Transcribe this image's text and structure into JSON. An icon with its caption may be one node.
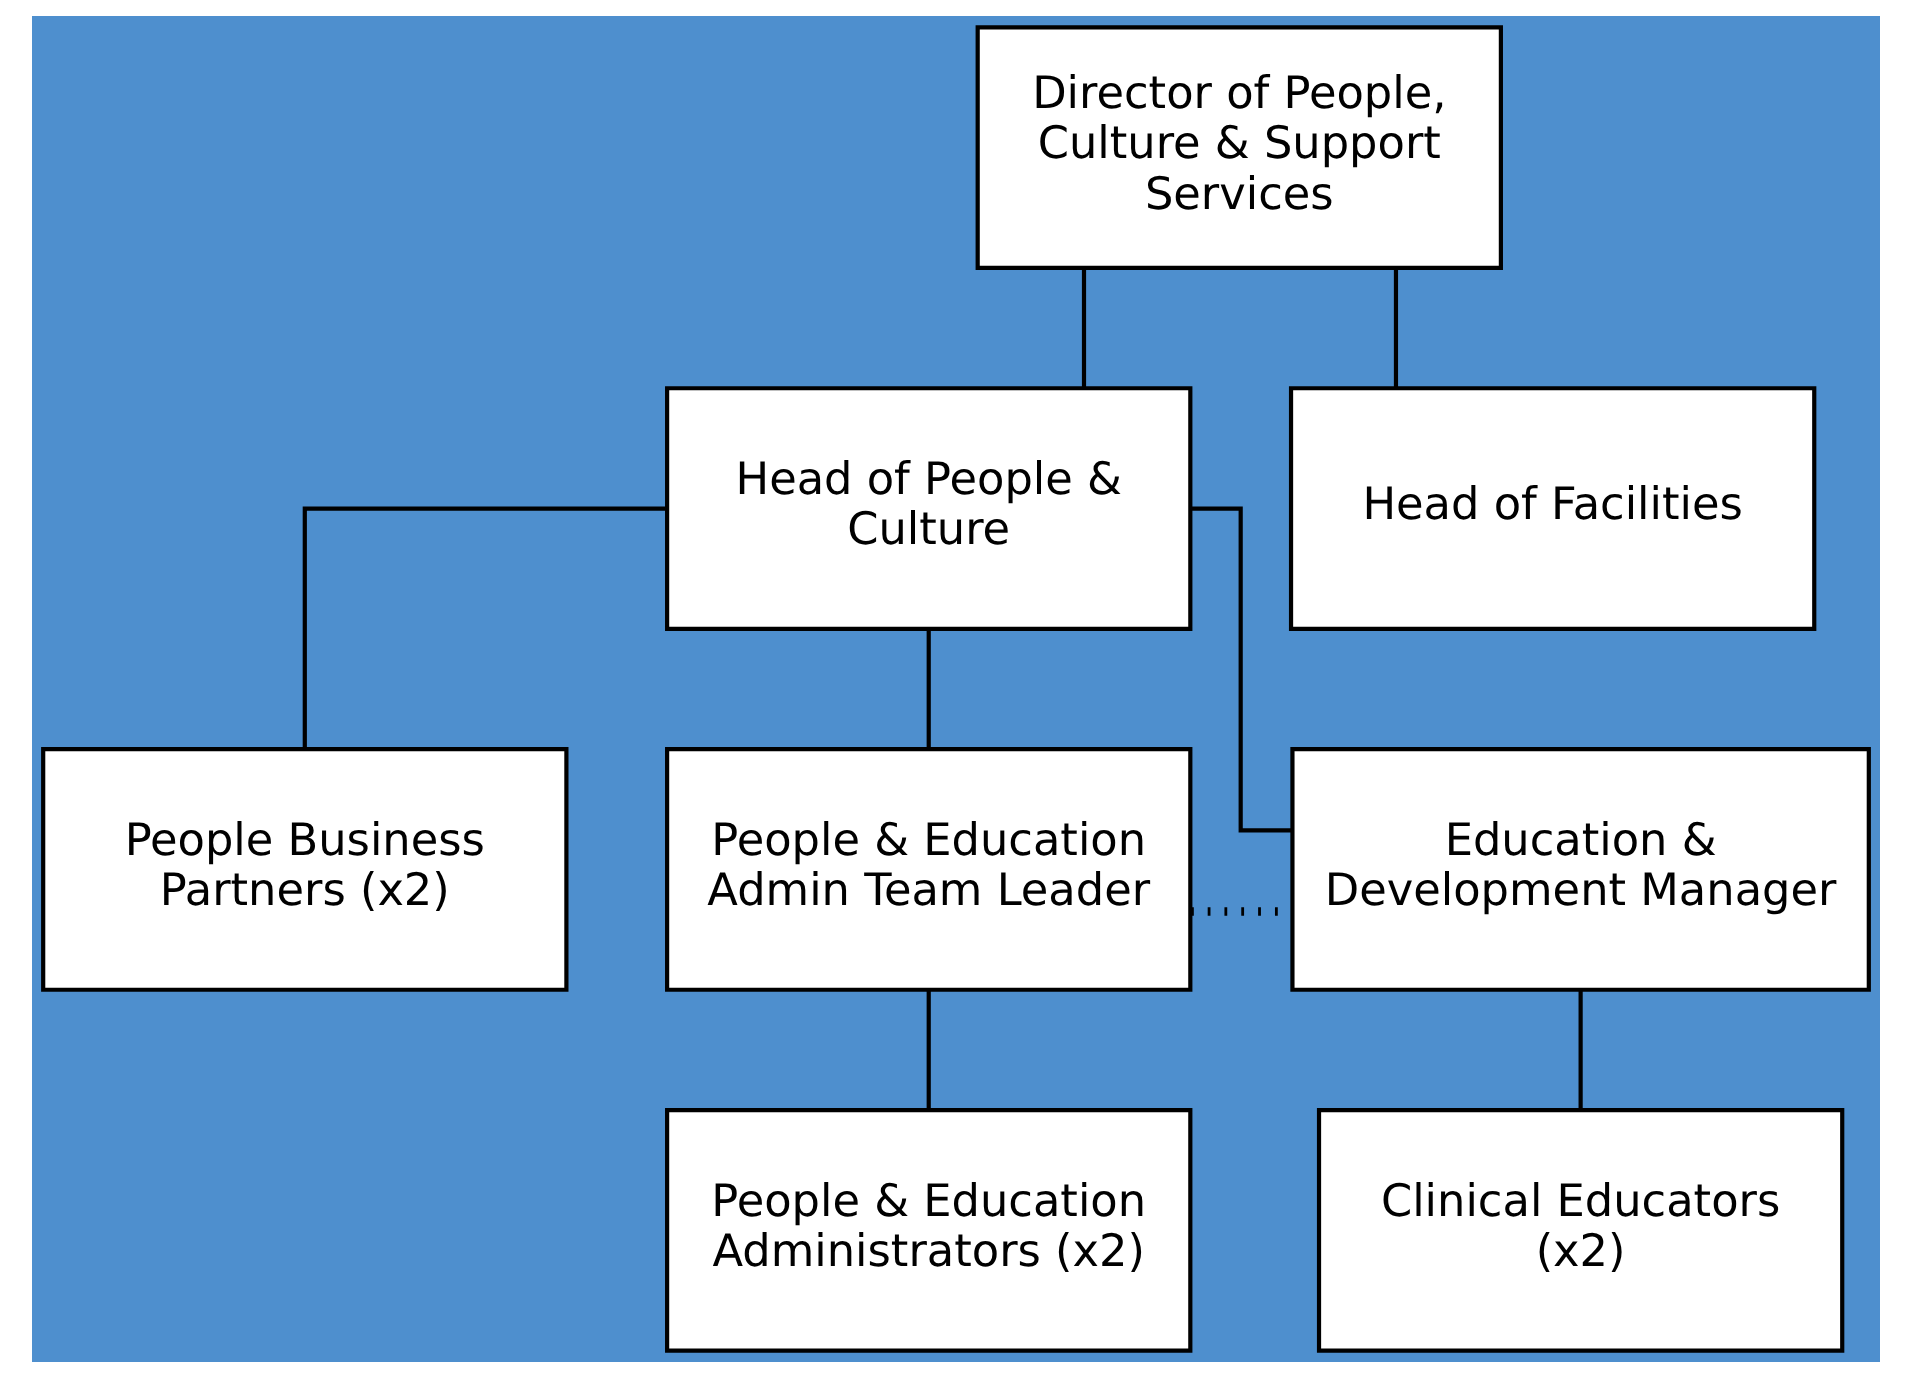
{
  "diagram": {
    "nodes": [
      {
        "text": [
          "Director of People, Culture & Support Services"
        ]
      },
      {
        "text": [
          "Head of People & Culture"
        ]
      },
      {
        "text": [
          "Head of Facilities"
        ]
      },
      {
        "text": [
          "People Business Partners (x2)"
        ]
      },
      {
        "text": [
          "People & Education Admin Team Leader"
        ]
      },
      {
        "text": [
          "Education & Development Manager"
        ]
      },
      {
        "text": [
          "People & Education Administrators (x2)"
        ]
      },
      {
        "text": [
          "Clinical Educators (x2)"
        ]
      }
    ],
    "edges": [
      {
        "from": 0,
        "to": 1,
        "arrow": "none"
      },
      {
        "from": 0,
        "to": 2,
        "arrow": "none"
      },
      {
        "from": 1,
        "to": 3,
        "arrow": "none"
      },
      {
        "from": 1,
        "to": 4,
        "arrow": "none"
      },
      {
        "from": 1,
        "to": 5,
        "arrow": "none"
      },
      {
        "from": 4,
        "to": 5,
        "arrow": "none",
        "style": "dashed"
      },
      {
        "from": 4,
        "to": 6,
        "arrow": "none"
      },
      {
        "from": 5,
        "to": 7,
        "arrow": "none"
      }
    ]
  }
}
